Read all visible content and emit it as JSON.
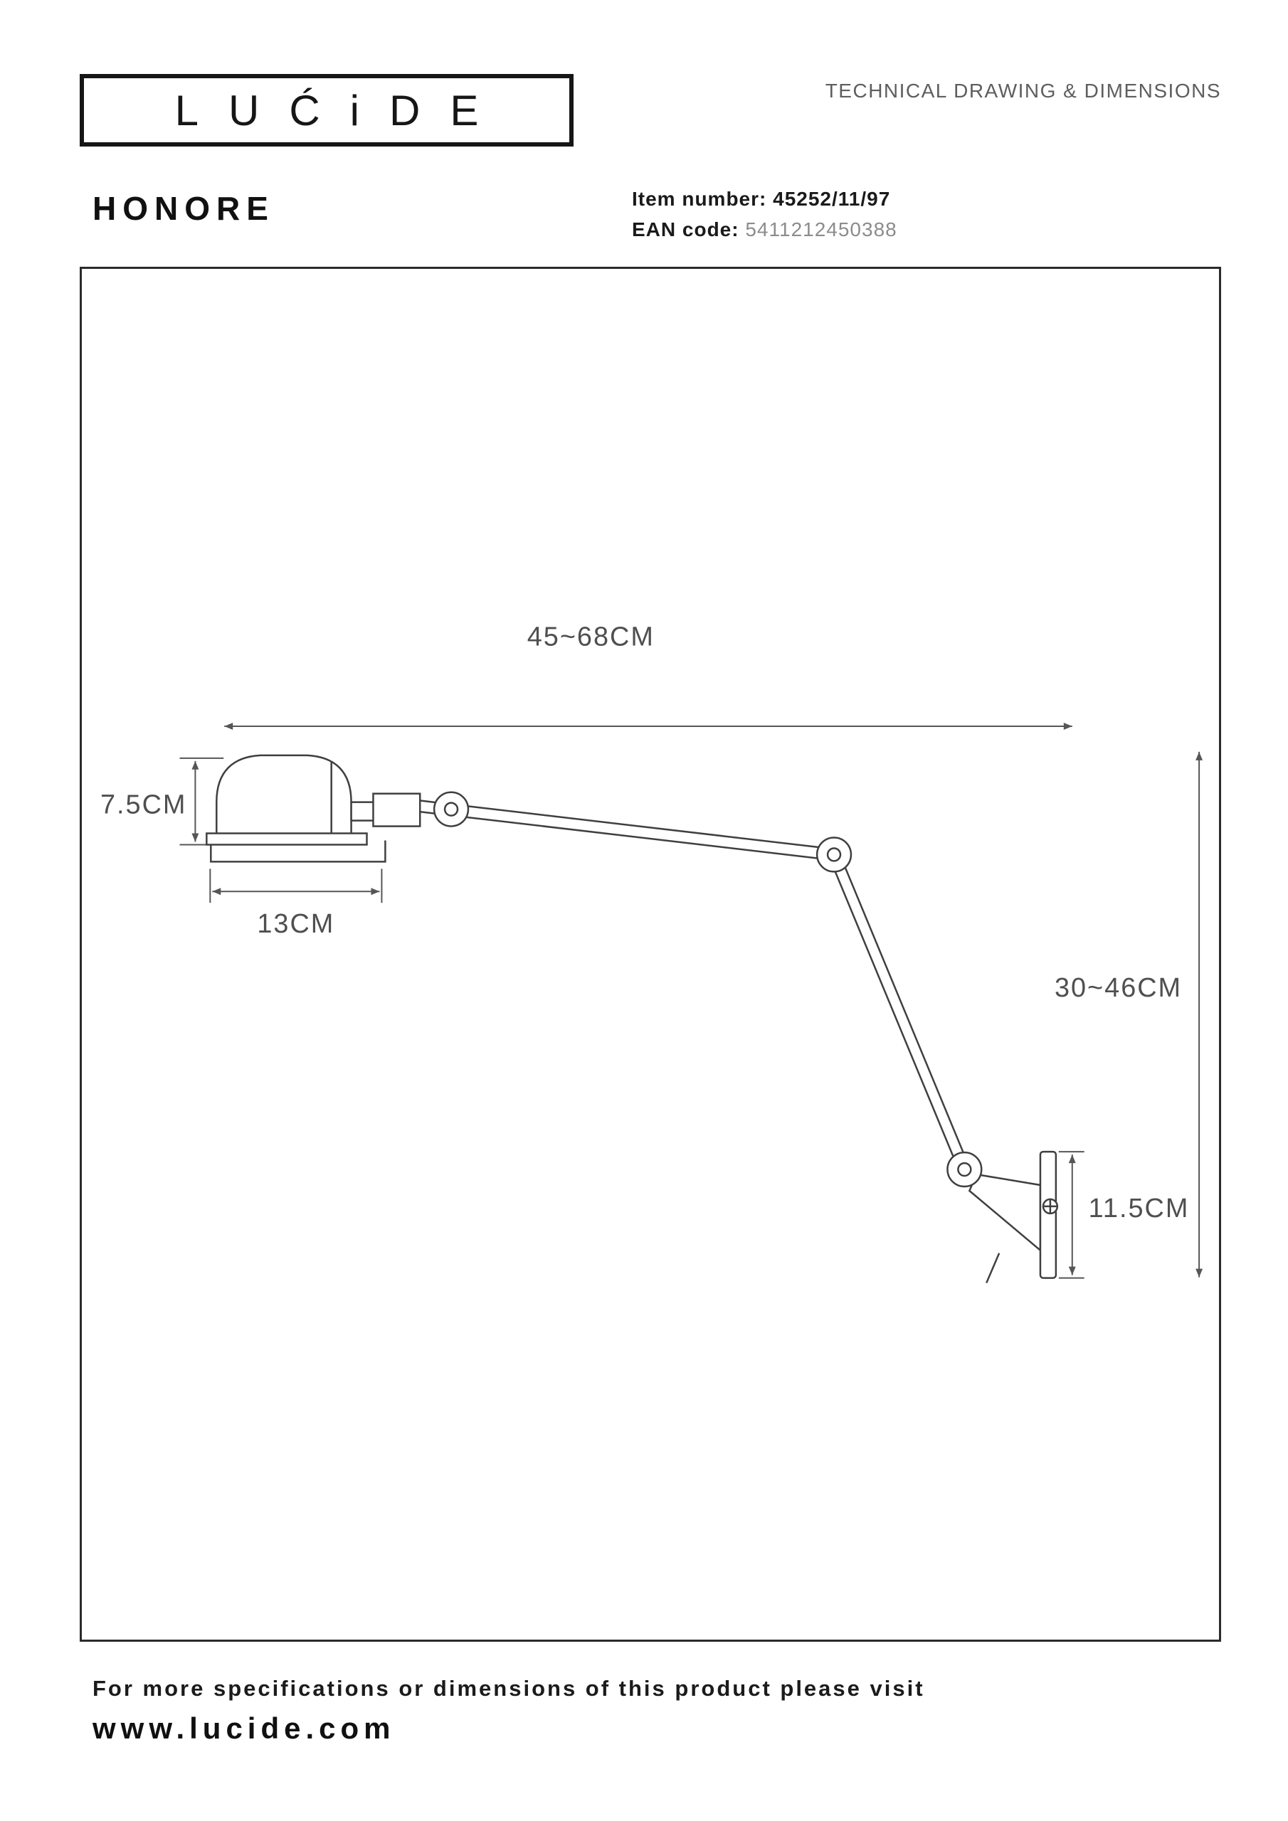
{
  "header": {
    "logo_text": "LUĆiDE",
    "doc_type": "TECHNICAL DRAWING & DIMENSIONS"
  },
  "product": {
    "name": "HONORE",
    "item_number_label": "Item number:",
    "item_number_value": "45252/11/97",
    "ean_label": "EAN code:",
    "ean_value": "5411212450388"
  },
  "drawing": {
    "dim_width_total": "45~68CM",
    "dim_shade_height": "7.5CM",
    "dim_shade_width": "13CM",
    "dim_height_total": "30~46CM",
    "dim_wallplate_height": "11.5CM"
  },
  "footer": {
    "note": "For more specifications or dimensions of this product please visit",
    "website": "www.lucide.com"
  },
  "colors": {
    "ink": "#1d1d1b",
    "drawing_gray": "#3f3f3f",
    "dimension_gray": "#565656",
    "muted_gray": "#8c8c8c"
  }
}
